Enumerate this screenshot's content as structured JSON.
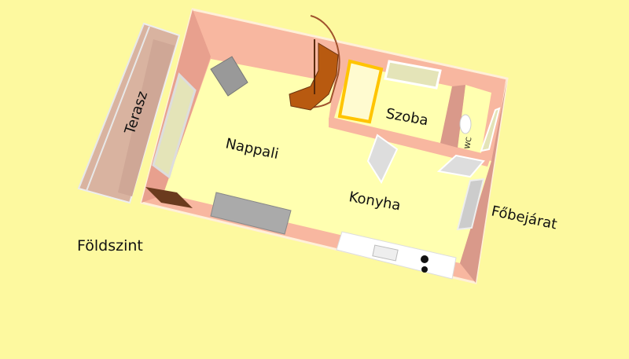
{
  "plan": {
    "level_label": "Földszint",
    "rooms": {
      "terrace": "Terasz",
      "living": "Nappali",
      "room": "Szoba",
      "wc": "WC",
      "kitchen": "Konyha",
      "entrance": "Főbejárat"
    }
  },
  "colors": {
    "background": "#fdf99f",
    "floor": "#ffffb0",
    "wall": "#f8b7a0",
    "wall_shade": "#d9998a",
    "stairs": "#b85a10"
  }
}
